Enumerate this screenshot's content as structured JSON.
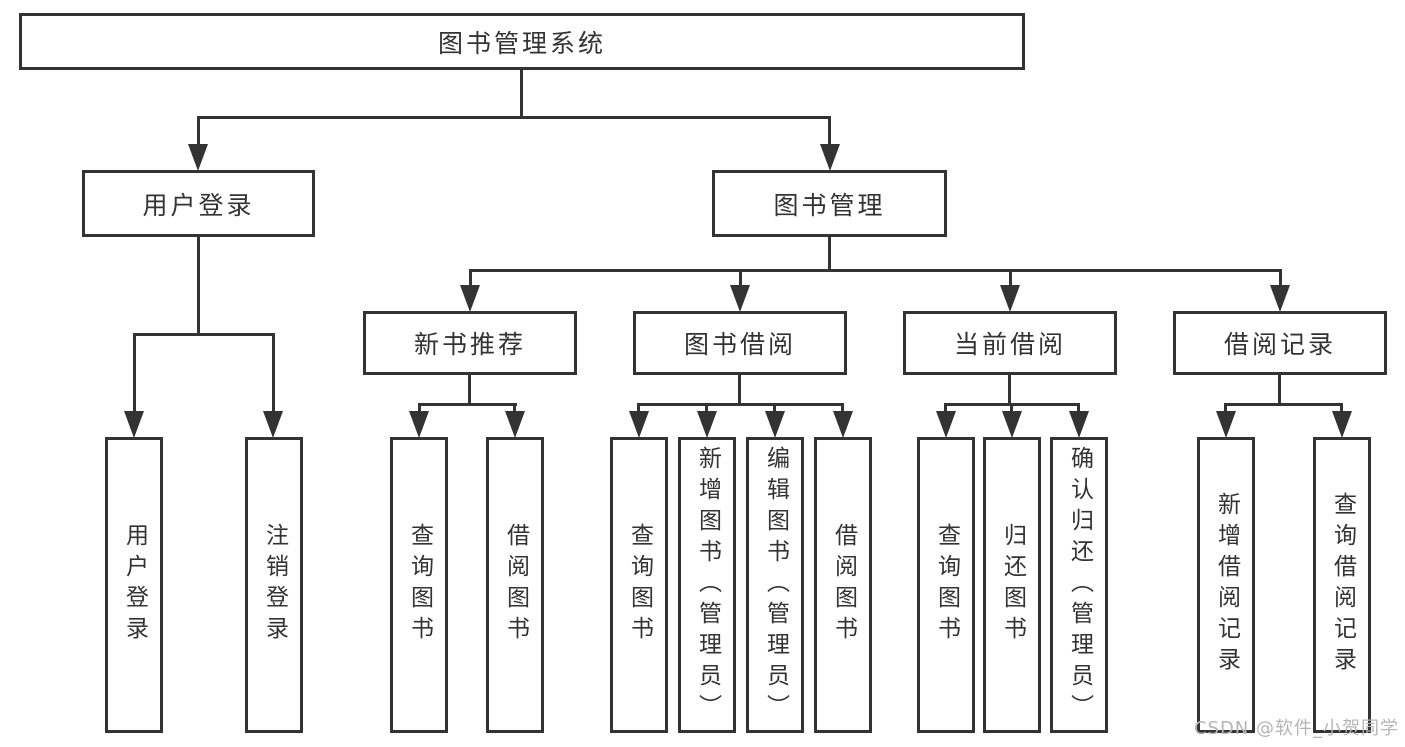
{
  "tree": {
    "label": "图书管理系统",
    "children": [
      {
        "label": "用户登录",
        "children": [
          {
            "label": "用户登录"
          },
          {
            "label": "注销登录"
          }
        ]
      },
      {
        "label": "图书管理",
        "children": [
          {
            "label": "新书推荐",
            "children": [
              {
                "label": "查询图书"
              },
              {
                "label": "借阅图书"
              }
            ]
          },
          {
            "label": "图书借阅",
            "children": [
              {
                "label": "查询图书"
              },
              {
                "label": "新增图书（管理员）"
              },
              {
                "label": "编辑图书（管理员）"
              },
              {
                "label": "借阅图书"
              }
            ]
          },
          {
            "label": "当前借阅",
            "children": [
              {
                "label": "查询图书"
              },
              {
                "label": "归还图书"
              },
              {
                "label": "确认归还（管理员）"
              }
            ]
          },
          {
            "label": "借阅记录",
            "children": [
              {
                "label": "新增借阅记录"
              },
              {
                "label": "查询借阅记录"
              }
            ]
          }
        ]
      }
    ]
  },
  "watermark": {
    "text": "CSDN @软件_小贺同学"
  },
  "colors": {
    "line": "#333333",
    "text": "#333333",
    "background": "#ffffff",
    "watermark_text": "#b5b5b5"
  }
}
